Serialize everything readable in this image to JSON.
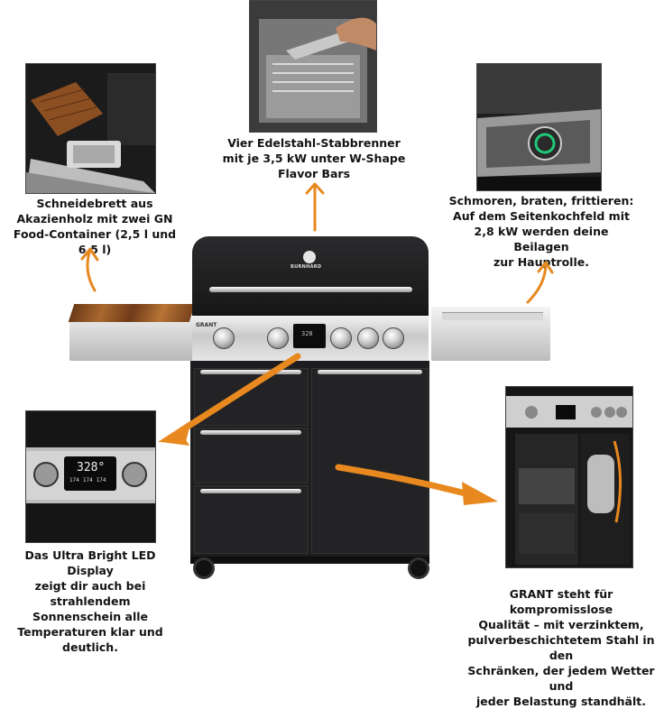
{
  "captions": {
    "top_center": [
      "Vier Edelstahl-Stabbrenner",
      "mit je 3,5 kW unter W-Shape",
      "Flavor Bars"
    ],
    "top_left": [
      "Schneidebrett aus",
      "Akazienholz mit zwei GN",
      "Food-Container (2,5 l und 6,5 l)"
    ],
    "top_right": [
      "Schmoren, braten, frittieren:",
      "Auf dem Seitenkochfeld mit",
      "2,8 kW werden deine Beilagen",
      "zur Hauptrolle."
    ],
    "bottom_left": [
      "Das Ultra Bright LED Display",
      "zeigt dir auch bei strahlendem",
      "Sonnenschein alle",
      "Temperaturen klar und",
      "deutlich."
    ],
    "bottom_right": [
      "GRANT steht für kompromisslose",
      "Qualität – mit verzinktem,",
      "pulverbeschichtetem Stahl in den",
      "Schränken, der jedem Wetter und",
      "jeder Belastung standhält."
    ]
  },
  "grill": {
    "brand_logo": "BURNHARD",
    "model_label": "GRANT",
    "display_value": "328",
    "inset_display_value": "328°",
    "inset_display_sub": [
      "174",
      "174",
      "174"
    ]
  },
  "colors": {
    "arrow": "#e8891f",
    "grill_body": "#1c1c1e",
    "steel": "#cfcfcf",
    "wood": "#9a5a2a"
  },
  "icons": [
    "arrow-up-icon",
    "arrow-down-left-icon",
    "arrow-down-right-icon",
    "arrow-up-right-icon"
  ]
}
